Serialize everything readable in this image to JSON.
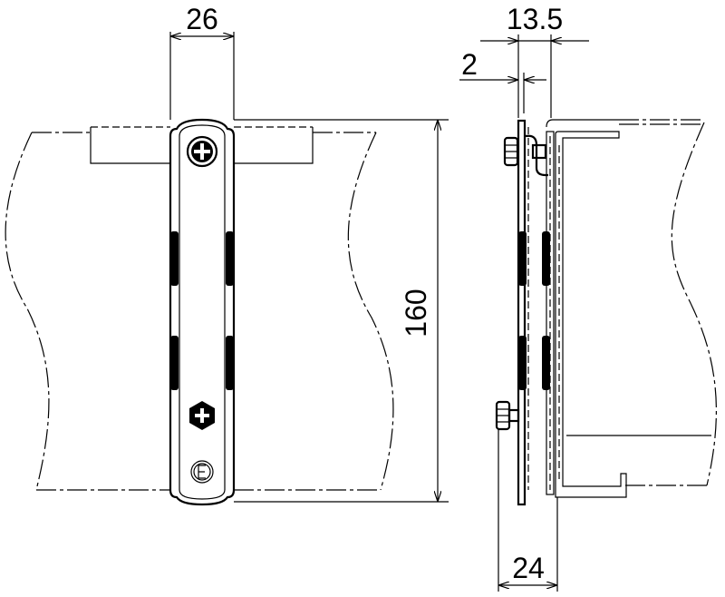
{
  "drawing": {
    "front_view": {
      "width_dimension": "26",
      "height_dimension": "160",
      "logo_mark": "E"
    },
    "side_view": {
      "depth_dimension": "13.5",
      "thickness_dimension": "2",
      "offset_dimension": "24"
    },
    "line_color": "#000000",
    "background_color": "#ffffff"
  }
}
